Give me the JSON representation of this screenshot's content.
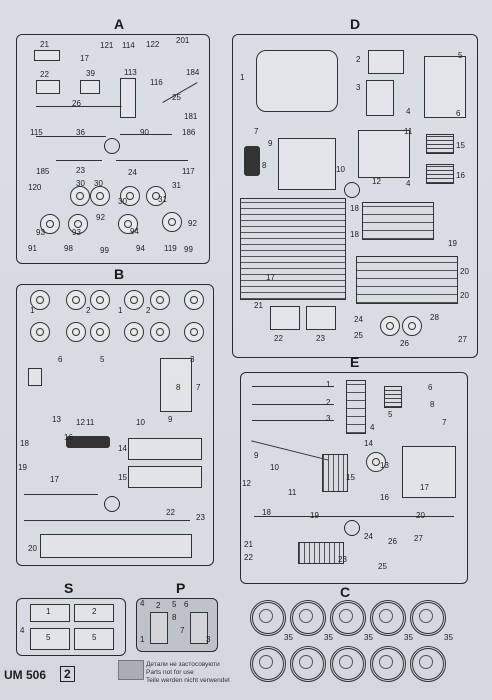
{
  "sheet": {
    "frame_letters": [
      "A",
      "B",
      "C",
      "D",
      "E",
      "P",
      "S"
    ],
    "footer_code": "UM 506",
    "footer_page": "2",
    "legend": [
      "Детали не застосовуюти",
      "Parts not for use",
      "Teile werden nicht verwendet"
    ]
  },
  "frame_a": {
    "numbers": [
      "21",
      "17",
      "121",
      "114",
      "122",
      "201",
      "22",
      "39",
      "113",
      "184",
      "116",
      "25",
      "26",
      "181",
      "115",
      "36",
      "90",
      "186",
      "185",
      "23",
      "24",
      "117",
      "120",
      "30",
      "30",
      "31",
      "30",
      "31",
      "93",
      "92",
      "94",
      "93",
      "92",
      "91",
      "98",
      "99",
      "94",
      "119",
      "99"
    ]
  },
  "frame_b": {
    "numbers": [
      "2",
      "1",
      "2",
      "1",
      "5",
      "6",
      "3",
      "12",
      "11",
      "10",
      "8",
      "7",
      "9",
      "13",
      "18",
      "16",
      "14",
      "19",
      "17",
      "15",
      "22",
      "23",
      "20"
    ]
  },
  "frame_c": {
    "numbers": [
      "35",
      "35",
      "35",
      "35",
      "35"
    ]
  },
  "frame_d": {
    "numbers": [
      "1",
      "2",
      "5",
      "3",
      "4",
      "6",
      "7",
      "9",
      "8",
      "10",
      "11",
      "15",
      "12",
      "4",
      "16",
      "18",
      "18",
      "19",
      "17",
      "20",
      "20",
      "21",
      "22",
      "23",
      "24",
      "25",
      "26",
      "28",
      "27"
    ]
  },
  "frame_e": {
    "numbers": [
      "1",
      "2",
      "3",
      "5",
      "6",
      "8",
      "7",
      "4",
      "9",
      "10",
      "14",
      "13",
      "15",
      "12",
      "11",
      "16",
      "17",
      "18",
      "19",
      "20",
      "21",
      "22",
      "24",
      "26",
      "27",
      "25",
      "23"
    ]
  },
  "frame_s": {
    "numbers": [
      "1",
      "2",
      "4",
      "5",
      "5"
    ]
  },
  "frame_p": {
    "numbers": [
      "4",
      "2",
      "5",
      "6",
      "8",
      "7",
      "3",
      "1"
    ]
  }
}
